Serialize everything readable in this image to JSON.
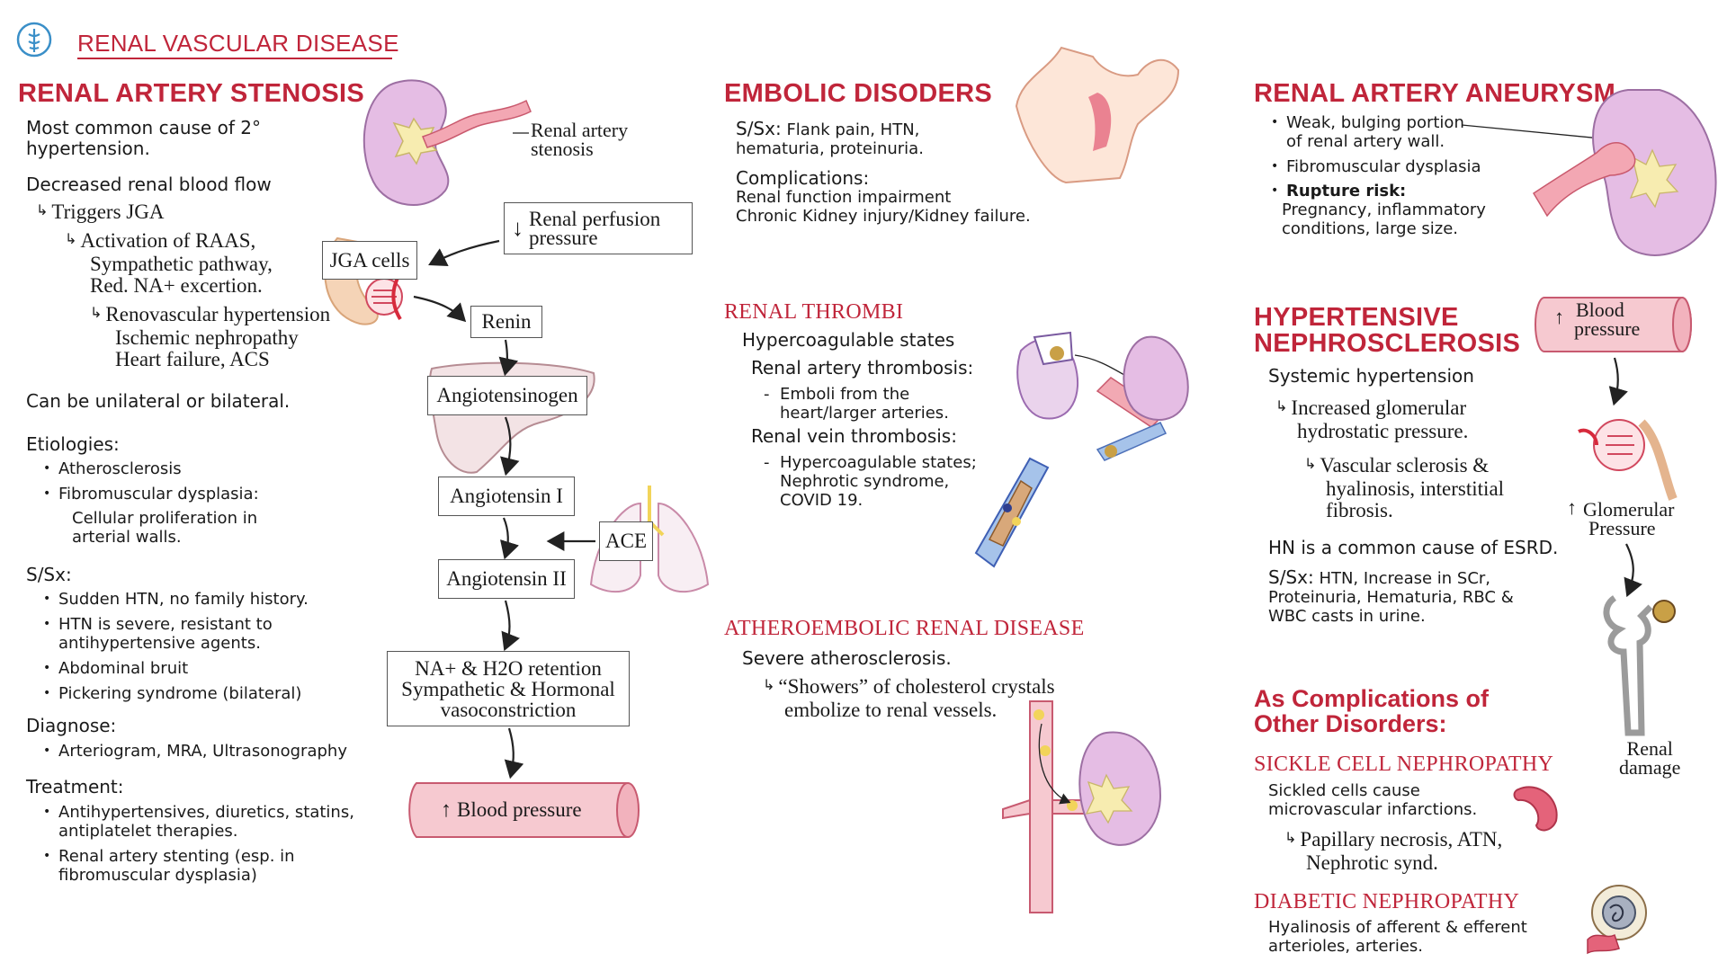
{
  "header": {
    "title": "RENAL VASCULAR DISEASE"
  },
  "ras": {
    "title": "RENAL ARTERY STENOSIS",
    "intro": "Most common cause of 2° hypertension.",
    "drbf": "Decreased renal blood flow",
    "triggers": "Triggers JGA",
    "activation": [
      "Activation of RAAS,",
      "Sympathetic pathway,",
      "Red. NA+ excertion."
    ],
    "effects": [
      "Renovascular hypertension",
      "Ischemic nephropathy",
      "Heart failure, ACS"
    ],
    "unilateral": "Can be unilateral or bilateral.",
    "etiologies_title": "Etiologies:",
    "etiologies": [
      "Atherosclerosis",
      "Fibromuscular dysplasia:"
    ],
    "etiology_note": "Cellular proliferation in arterial walls.",
    "ssx_title": "S/Sx:",
    "ssx": [
      "Sudden HTN, no family history.",
      "HTN is severe, resistant to antihypertensive agents.",
      "Abdominal bruit",
      "Pickering syndrome (bilateral)"
    ],
    "diagnose_title": "Diagnose:",
    "diagnose": [
      "Arteriogram, MRA, Ultrasonography"
    ],
    "treatment_title": "Treatment:",
    "treatment": [
      "Antihypertensives, diuretics, statins, antiplatelet therapies.",
      "Renal artery stenting (esp. in fibromuscular dysplasia)"
    ]
  },
  "flow": {
    "stenosis_label": "Renal artery stenosis",
    "perfusion": "Renal perfusion pressure",
    "jga": "JGA cells",
    "renin": "Renin",
    "angiotensinogen": "Angiotensinogen",
    "ang1": "Angiotensin I",
    "ace": "ACE",
    "ang2": "Angiotensin II",
    "retention1": "NA+ & H2O retention",
    "retention2": "Sympathetic & Hormonal vasoconstriction",
    "bp": "Blood pressure"
  },
  "embolic": {
    "title": "EMBOLIC DISODERS",
    "ssx_label": "S/Sx:",
    "ssx": "Flank pain, HTN, hematuria, proteinuria.",
    "comp_label": "Complications:",
    "comp": [
      "Renal function impairment",
      "Chronic Kidney injury/Kidney failure."
    ]
  },
  "thrombi": {
    "title": "RENAL THROMBI",
    "hyper": "Hypercoagulable states",
    "artery": "Renal artery thrombosis:",
    "artery_item": "Emboli from the heart/larger arteries.",
    "vein": "Renal vein thrombosis:",
    "vein_item": "Hypercoagulable states; Nephrotic syndrome, COVID 19."
  },
  "athero": {
    "title": "ATHEROEMBOLIC RENAL DISEASE",
    "severe": "Severe atherosclerosis.",
    "showers": [
      "“Showers” of cholesterol crystals",
      "embolize to renal vessels."
    ]
  },
  "aneurysm": {
    "title": "RENAL ARTERY ANEURYSM",
    "items": [
      "Weak, bulging portion of renal artery wall.",
      "Fibromuscular dysplasia"
    ],
    "rupture_label": "Rupture risk:",
    "rupture_text": "Pregnancy, inflammatory conditions, large size."
  },
  "hn": {
    "title1": "HYPERTENSIVE",
    "title2": "NEPHROSCLEROSIS",
    "systemic": "Systemic hypertension",
    "increased": [
      "Increased glomerular",
      "hydrostatic pressure."
    ],
    "vascular": [
      "Vascular sclerosis &",
      "hyalinosis, interstitial",
      "fibrosis."
    ],
    "esrd": "HN is a common cause of ESRD.",
    "ssx_label": "S/Sx:",
    "ssx": "HTN, Increase in SCr, Proteinuria, Hematuria, RBC & WBC casts in urine.",
    "bp": [
      "Blood",
      "pressure"
    ],
    "glom": [
      "Glomerular",
      "Pressure"
    ],
    "damage": [
      "Renal",
      "damage"
    ]
  },
  "complications": {
    "title1": "As Complications of",
    "title2": "Other Disorders:",
    "sickle_title": "SICKLE CELL NEPHROPATHY",
    "sickle_text": "Sickled cells cause microvascular infarctions.",
    "sickle_result": [
      "Papillary necrosis, ATN,",
      "Nephrotic synd."
    ],
    "diabetic_title": "DIABETIC NEPHROPATHY",
    "diabetic_text": "Hyalinosis of afferent & efferent arterioles, arteries."
  },
  "colors": {
    "accent": "#c0253a",
    "kidney": "#e2b6dc",
    "artery": "#f2a9b3"
  }
}
